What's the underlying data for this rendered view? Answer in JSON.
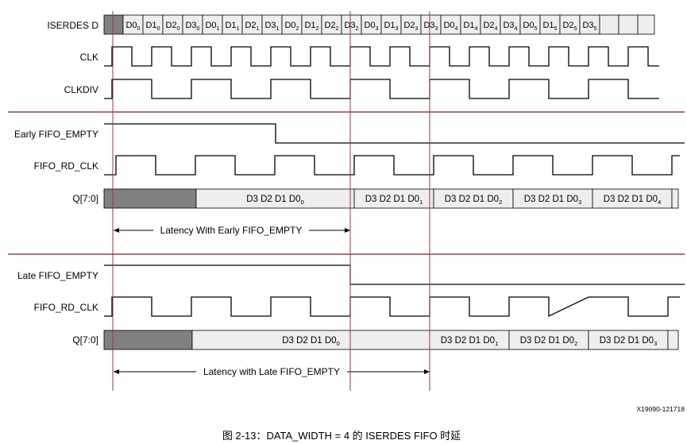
{
  "signals": {
    "iserdes_d": "ISERDES D",
    "clk": "CLK",
    "clkdiv": "CLKDIV",
    "early_empty": "Early FIFO_EMPTY",
    "fifo_rd_clk_1": "FIFO_RD_CLK",
    "q_1": "Q[7:0]",
    "late_empty": "Late FIFO_EMPTY",
    "fifo_rd_clk_2": "FIFO_RD_CLK",
    "q_2": "Q[7:0]"
  },
  "iserdes_cells": [
    {
      "base": "D0",
      "sub": "0"
    },
    {
      "base": "D1",
      "sub": "0"
    },
    {
      "base": "D2",
      "sub": "0"
    },
    {
      "base": "D3",
      "sub": "0"
    },
    {
      "base": "D0",
      "sub": "1"
    },
    {
      "base": "D1",
      "sub": "1"
    },
    {
      "base": "D2",
      "sub": "1"
    },
    {
      "base": "D3",
      "sub": "1"
    },
    {
      "base": "D0",
      "sub": "2"
    },
    {
      "base": "D1",
      "sub": "2"
    },
    {
      "base": "D2",
      "sub": "2"
    },
    {
      "base": "D3",
      "sub": "2"
    },
    {
      "base": "D0",
      "sub": "3"
    },
    {
      "base": "D1",
      "sub": "3"
    },
    {
      "base": "D2",
      "sub": "3"
    },
    {
      "base": "D3",
      "sub": "3"
    },
    {
      "base": "D0",
      "sub": "4"
    },
    {
      "base": "D1",
      "sub": "4"
    },
    {
      "base": "D2",
      "sub": "4"
    },
    {
      "base": "D3",
      "sub": "4"
    },
    {
      "base": "D0",
      "sub": "5"
    },
    {
      "base": "D1",
      "sub": "5"
    },
    {
      "base": "D2",
      "sub": "5"
    },
    {
      "base": "D3",
      "sub": "5"
    }
  ],
  "q_early": [
    {
      "base": "D3 D2 D1 D0",
      "sub": "0"
    },
    {
      "base": "D3 D2 D1 D0",
      "sub": "1"
    },
    {
      "base": "D3 D2 D1 D0",
      "sub": "2"
    },
    {
      "base": "D3 D2 D1 D0",
      "sub": "3"
    },
    {
      "base": "D3 D2 D1 D0",
      "sub": "4"
    }
  ],
  "q_late": [
    {
      "base": "D3 D2 D1 D0",
      "sub": "0"
    },
    {
      "base": "D3 D2 D1 D0",
      "sub": "1"
    },
    {
      "base": "D3 D2 D1 D0",
      "sub": "2"
    },
    {
      "base": "D3 D2 D1 D0",
      "sub": "3"
    }
  ],
  "latency_early": "Latency With Early FIFO_EMPTY",
  "latency_late": "Latency with Late FIFO_EMPTY",
  "figure_id": "X19090-121718",
  "caption": "图 2-13：DATA_WIDTH = 4 的 ISERDES FIFO 时延",
  "colors": {
    "separator": "#8b1a1a",
    "marker": "#9b3a3a",
    "shaded": "#808080",
    "cell_fill": "#eeeeee",
    "line": "#000000"
  }
}
